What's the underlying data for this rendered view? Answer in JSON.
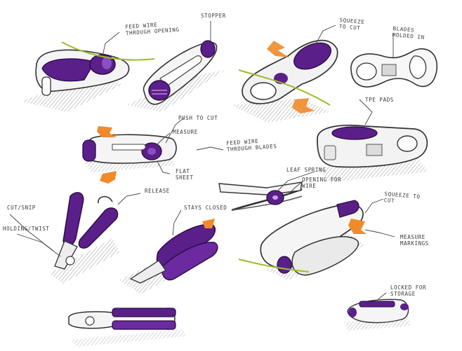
{
  "colors": {
    "purple": "#5b1f8a",
    "purple_light": "#8a4fc0",
    "orange": "#f08a2a",
    "green": "#9bbd2c",
    "shadow": "#c9c9c9",
    "ink": "#333333"
  },
  "annotations": {
    "feed_wire_opening": "Feed wire\nthrough opening",
    "stopper": "Stopper",
    "squeeze_to_cut_top": "Squeeze\nto cut",
    "blades_molded_in": "Blades\nmolded in",
    "tpe_pads": "TPE pads",
    "push_to_cut": "Push to cut",
    "measure": "Measure",
    "feed_wire_blades": "Feed wire\nthrough blades",
    "flat_sheet": "Flat\nsheet",
    "leaf_spring": "Leaf spring",
    "opening_for_wire": "Opening for\nwire",
    "release": "Release",
    "cut_snip": "Cut/snip",
    "holding_twist": "Holding/twist",
    "stays_closed": "Stays closed",
    "squeeze_to_cut_right": "Squeeze to\ncut",
    "measure_markings": "Measure\nmarkings",
    "locked_for_storage": "Locked for\nstorage"
  },
  "sketches": [
    "clip-cutter-open",
    "slim-cutter-stopper",
    "ring-cutter-squeeze",
    "loop-cutter-blades",
    "ring-cutter-tpe",
    "bar-cutter-measure",
    "leaf-spring-cutter",
    "pliers-open",
    "pliers-closed",
    "large-cutter-measure",
    "pliers-bottom",
    "locked-cutter-small"
  ]
}
